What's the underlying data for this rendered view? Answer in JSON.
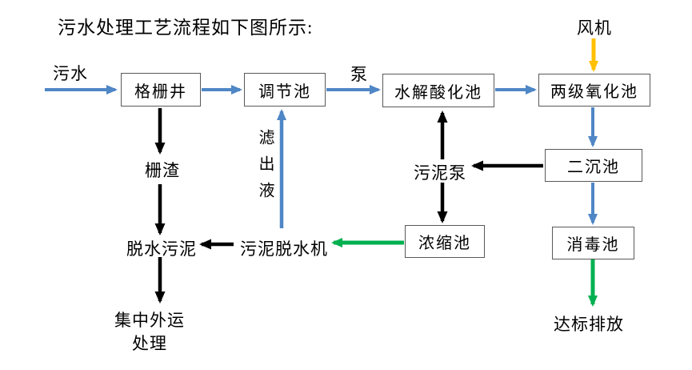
{
  "title": "污水处理工艺流程如下图所示:",
  "colors": {
    "blue": "#4f86c6",
    "black": "#000000",
    "green": "#00b050",
    "orange": "#ffc000",
    "box_border": "#595959"
  },
  "nodes": {
    "grid_well": {
      "label": "格栅井"
    },
    "regulating_tank": {
      "label": "调节池"
    },
    "hydrolysis_tank": {
      "label": "水解酸化池"
    },
    "oxidation_tank": {
      "label": "两级氧化池"
    },
    "secondary_tank": {
      "label": "二沉池"
    },
    "disinfection_tank": {
      "label": "消毒池"
    },
    "thickening_tank": {
      "label": "浓缩池"
    }
  },
  "labels": {
    "sewage": "污水",
    "pump": "泵",
    "fan": "风机",
    "grid_residue": "栅渣",
    "filtrate": "滤出液",
    "sludge_pump": "污泥泵",
    "dewatered_sludge": "脱水污泥",
    "sludge_dewatering_machine": "污泥脱水机",
    "disposal_line1": "集中外运",
    "disposal_line2": "处理",
    "discharge": "达标排放"
  },
  "edges": [
    {
      "from": "污水",
      "to": "格栅井",
      "color": "blue"
    },
    {
      "from": "格栅井",
      "to": "调节池",
      "color": "blue"
    },
    {
      "from": "调节池",
      "to": "水解酸化池",
      "color": "blue",
      "via": "泵"
    },
    {
      "from": "水解酸化池",
      "to": "两级氧化池",
      "color": "blue"
    },
    {
      "from": "风机",
      "to": "两级氧化池",
      "color": "orange"
    },
    {
      "from": "两级氧化池",
      "to": "二沉池",
      "color": "blue"
    },
    {
      "from": "二沉池",
      "to": "消毒池",
      "color": "blue"
    },
    {
      "from": "消毒池",
      "to": "达标排放",
      "color": "green"
    },
    {
      "from": "二沉池",
      "to": "污泥泵",
      "color": "black"
    },
    {
      "from": "污泥泵",
      "to": "水解酸化池",
      "color": "black"
    },
    {
      "from": "污泥泵",
      "to": "浓缩池",
      "color": "black"
    },
    {
      "from": "浓缩池",
      "to": "污泥脱水机",
      "color": "green"
    },
    {
      "from": "污泥脱水机",
      "to": "调节池",
      "color": "blue",
      "via": "滤出液"
    },
    {
      "from": "污泥脱水机",
      "to": "脱水污泥",
      "color": "black"
    },
    {
      "from": "格栅井",
      "to": "栅渣",
      "color": "black"
    },
    {
      "from": "栅渣",
      "to": "脱水污泥",
      "color": "black"
    },
    {
      "from": "脱水污泥",
      "to": "集中外运处理",
      "color": "black"
    }
  ]
}
